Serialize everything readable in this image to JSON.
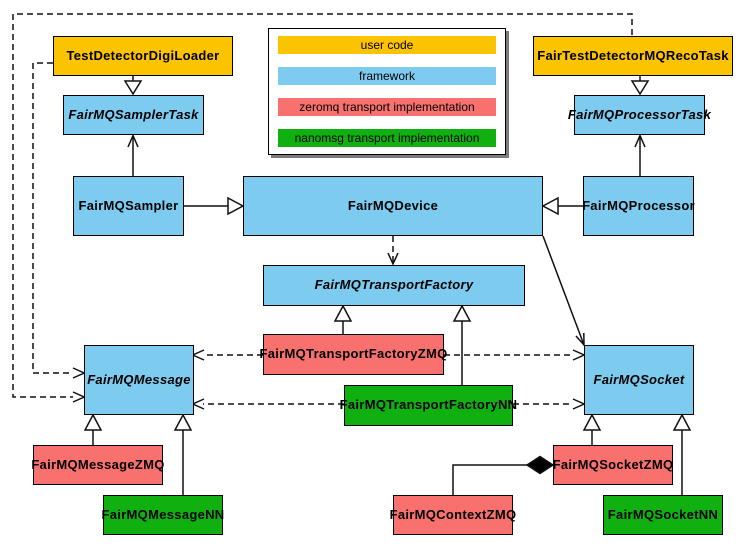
{
  "colors": {
    "user_code": "#fcc300",
    "framework": "#7dccf0",
    "zeromq": "#f8716f",
    "nanomsg": "#10b010",
    "line": "#111111",
    "background": "#ffffff"
  },
  "legend": {
    "items": [
      {
        "label": "user code",
        "color": "#fcc300"
      },
      {
        "label": "framework",
        "color": "#7dccf0"
      },
      {
        "label": "zeromq transport implementation",
        "color": "#f8716f"
      },
      {
        "label": "nanomsg transport implementation",
        "color": "#10b010"
      }
    ]
  },
  "nodes": {
    "test_detector_digi_loader": {
      "label": "TestDetectorDigiLoader",
      "category": "user code",
      "abstract": false
    },
    "fair_test_detector_mq_reco_task": {
      "label": "FairTestDetectorMQRecoTask",
      "category": "user code",
      "abstract": false
    },
    "fairmq_sampler_task": {
      "label": "FairMQSamplerTask",
      "category": "framework",
      "abstract": true
    },
    "fairmq_processor_task": {
      "label": "FairMQProcessorTask",
      "category": "framework",
      "abstract": true
    },
    "fairmq_sampler": {
      "label": "FairMQSampler",
      "category": "framework",
      "abstract": false
    },
    "fairmq_device": {
      "label": "FairMQDevice",
      "category": "framework",
      "abstract": false
    },
    "fairmq_processor": {
      "label": "FairMQProcessor",
      "category": "framework",
      "abstract": false
    },
    "fairmq_transport_factory": {
      "label": "FairMQTransportFactory",
      "category": "framework",
      "abstract": true
    },
    "fairmq_transport_factory_zmq": {
      "label": "FairMQTransportFactoryZMQ",
      "category": "zeromq",
      "abstract": false
    },
    "fairmq_transport_factory_nn": {
      "label": "FairMQTransportFactoryNN",
      "category": "nanomsg",
      "abstract": false
    },
    "fairmq_message": {
      "label": "FairMQMessage",
      "category": "framework",
      "abstract": true
    },
    "fairmq_socket": {
      "label": "FairMQSocket",
      "category": "framework",
      "abstract": true
    },
    "fairmq_message_zmq": {
      "label": "FairMQMessageZMQ",
      "category": "zeromq",
      "abstract": false
    },
    "fairmq_message_nn": {
      "label": "FairMQMessageNN",
      "category": "nanomsg",
      "abstract": false
    },
    "fairmq_socket_zmq": {
      "label": "FairMQSocketZMQ",
      "category": "zeromq",
      "abstract": false
    },
    "fairmq_socket_nn": {
      "label": "FairMQSocketNN",
      "category": "nanomsg",
      "abstract": false
    },
    "fairmq_context_zmq": {
      "label": "FairMQContextZMQ",
      "category": "zeromq",
      "abstract": false
    }
  },
  "edges": [
    {
      "from": "TestDetectorDigiLoader",
      "to": "FairMQSamplerTask",
      "type": "generalization-hollow-triangle",
      "line": "solid"
    },
    {
      "from": "FairMQSampler",
      "to": "FairMQSamplerTask",
      "type": "open-arrow",
      "line": "solid"
    },
    {
      "from": "FairMQSampler",
      "to": "FairMQDevice",
      "type": "generalization-hollow-triangle",
      "line": "solid"
    },
    {
      "from": "FairTestDetectorMQRecoTask",
      "to": "FairMQProcessorTask",
      "type": "generalization-hollow-triangle",
      "line": "solid"
    },
    {
      "from": "FairMQProcessor",
      "to": "FairMQProcessorTask",
      "type": "open-arrow",
      "line": "solid"
    },
    {
      "from": "FairMQProcessor",
      "to": "FairMQDevice",
      "type": "generalization-hollow-triangle",
      "line": "solid"
    },
    {
      "from": "FairMQDevice",
      "to": "FairMQTransportFactory",
      "type": "open-arrow",
      "line": "dashed"
    },
    {
      "from": "FairMQDevice",
      "to": "FairMQSocket",
      "type": "open-arrow",
      "line": "solid"
    },
    {
      "from": "FairMQTransportFactoryZMQ",
      "to": "FairMQTransportFactory",
      "type": "generalization-hollow-triangle",
      "line": "solid"
    },
    {
      "from": "FairMQTransportFactoryNN",
      "to": "FairMQTransportFactory",
      "type": "generalization-hollow-triangle",
      "line": "solid"
    },
    {
      "from": "FairMQTransportFactoryZMQ",
      "to": "FairMQMessage",
      "type": "open-arrow",
      "line": "dashed"
    },
    {
      "from": "FairMQTransportFactoryZMQ",
      "to": "FairMQSocket",
      "type": "open-arrow",
      "line": "dashed"
    },
    {
      "from": "FairMQTransportFactoryNN",
      "to": "FairMQMessage",
      "type": "open-arrow",
      "line": "dashed"
    },
    {
      "from": "FairMQTransportFactoryNN",
      "to": "FairMQSocket",
      "type": "open-arrow",
      "line": "dashed"
    },
    {
      "from": "TestDetectorDigiLoader",
      "to": "FairMQMessage",
      "type": "open-arrow",
      "line": "dashed"
    },
    {
      "from": "FairTestDetectorMQRecoTask",
      "to": "FairMQMessage",
      "type": "open-arrow",
      "line": "dashed"
    },
    {
      "from": "FairMQMessageZMQ",
      "to": "FairMQMessage",
      "type": "generalization-hollow-triangle",
      "line": "solid"
    },
    {
      "from": "FairMQMessageNN",
      "to": "FairMQMessage",
      "type": "generalization-hollow-triangle",
      "line": "solid"
    },
    {
      "from": "FairMQSocketZMQ",
      "to": "FairMQSocket",
      "type": "generalization-hollow-triangle",
      "line": "solid"
    },
    {
      "from": "FairMQSocketNN",
      "to": "FairMQSocket",
      "type": "generalization-hollow-triangle",
      "line": "solid"
    },
    {
      "from": "FairMQContextZMQ",
      "to": "FairMQSocketZMQ",
      "type": "composition-filled-diamond",
      "line": "solid"
    }
  ]
}
